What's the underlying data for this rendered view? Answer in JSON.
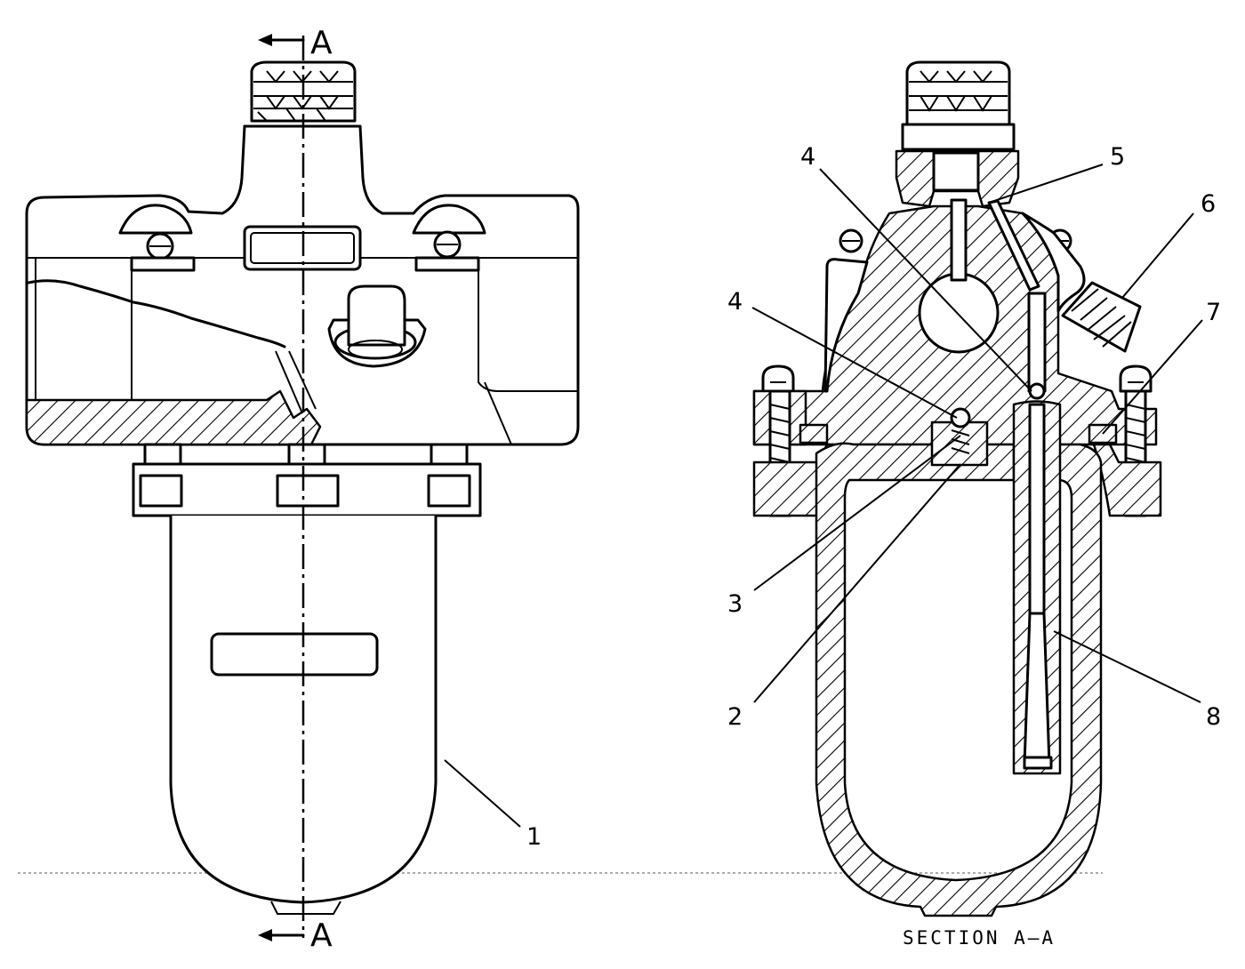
{
  "section_marks": {
    "top": "A",
    "bottom": "A"
  },
  "callouts": {
    "c1": "1",
    "c2": "2",
    "c3": "3",
    "c4_left": "4",
    "c4_top": "4",
    "c5": "5",
    "c6": "6",
    "c7": "7",
    "c8": "8"
  },
  "section_caption": "SECTION A–A",
  "colors": {
    "ink": "#000000",
    "paper": "#ffffff"
  }
}
